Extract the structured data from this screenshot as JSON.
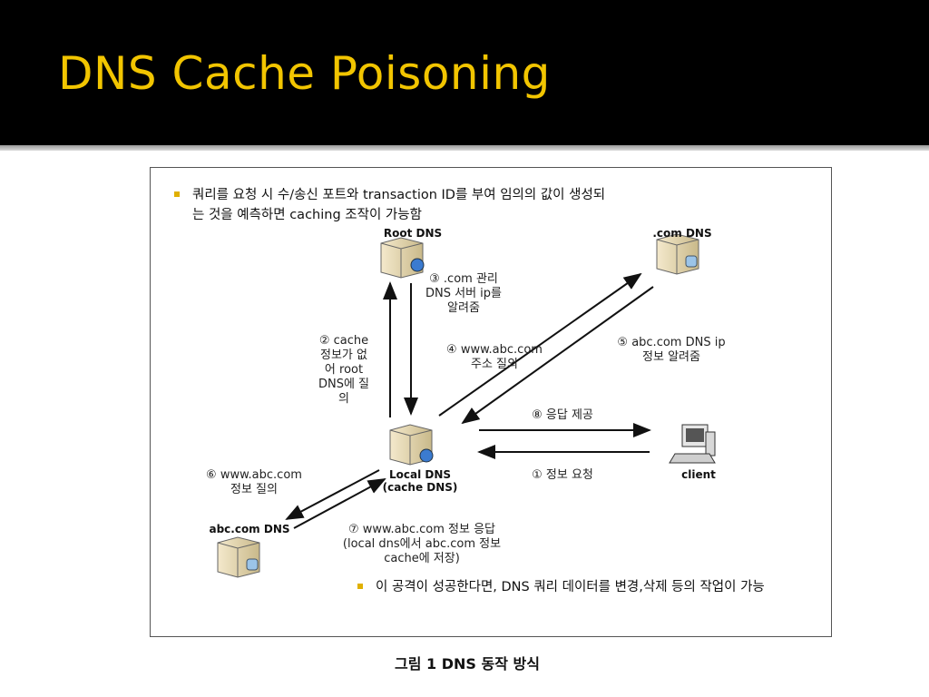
{
  "slide": {
    "title": "DNS Cache Poisoning",
    "bullet1": "쿼리를 요청 시 수/송신 포트와 transaction ID를 부여 임의의 값이 생성되는 것을 예측하면 caching 조작이 가능함",
    "bullet2": "이 공격이 성공한다면, DNS 쿼리 데이터를 변경,삭제 등의 작업이 가능",
    "caption": "그림 1 DNS 동작 방식"
  },
  "nodes": {
    "root": "Root DNS",
    "com": ".com DNS",
    "local": "Local DNS\n(cache DNS)",
    "client": "client",
    "abc": "abc.com DNS"
  },
  "steps": {
    "s1": "① 정보 요청",
    "s2": "② cache\n정보가 없\n어 root\nDNS에 질\n의",
    "s3": "③ .com 관리\nDNS 서버 ip를\n알려줌",
    "s4": "④ www.abc.com\n주소 질의",
    "s5": "⑤ abc.com DNS ip\n정보 알려줌",
    "s6": "⑥ www.abc.com\n정보 질의",
    "s7": "⑦ www.abc.com 정보 응답\n(local dns에서 abc.com 정보\ncache에 저장)",
    "s8": "⑧ 응답 제공"
  },
  "colors": {
    "title": "#f2c500",
    "bullet_mark": "#e0b000",
    "header_bg": "#000000"
  }
}
